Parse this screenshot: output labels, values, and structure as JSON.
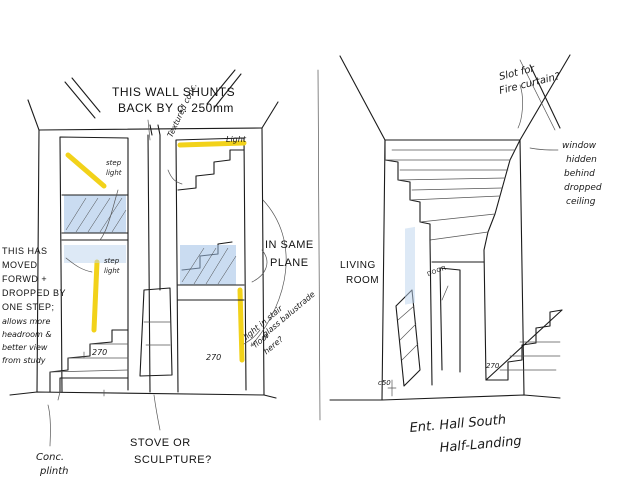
{
  "left_sketch": {
    "title_line1": "THIS WALL SHUNTS",
    "title_line2": "BACK BY c. 250mm",
    "textured_conc": "Textured conc.",
    "light_top": "Light",
    "step_light_1_a": "step",
    "step_light_1_b": "light",
    "step_light_2_a": "step",
    "step_light_2_b": "light",
    "in_same_plane_1": "IN SAME",
    "in_same_plane_2": "PLANE",
    "moved_note": [
      "THIS HAS",
      "MOVED",
      "FORWD +",
      "DROPPED BY",
      "ONE STEP;",
      "allows more",
      "headroom &",
      "better view",
      "from study"
    ],
    "light_note": [
      "light in stair",
      "glass balustrade",
      "floor",
      "here?"
    ],
    "dim_left": "270",
    "dim_right": "270",
    "conc_plinth_1": "Conc.",
    "conc_plinth_2": "plinth",
    "stove_1": "STOVE OR",
    "stove_2": "SCULPTURE?"
  },
  "right_sketch": {
    "slot_note_1": "Slot for",
    "slot_note_2": "Fire curtain?",
    "window_note": [
      "window",
      "hidden",
      "behind",
      "dropped",
      "ceiling"
    ],
    "living_1": "LIVING",
    "living_2": "ROOM",
    "door_label": "DOOR",
    "dim_c50": "c50",
    "dim_270": "270",
    "caption_1": "Ent. Hall South",
    "caption_2": "Half-Landing"
  }
}
